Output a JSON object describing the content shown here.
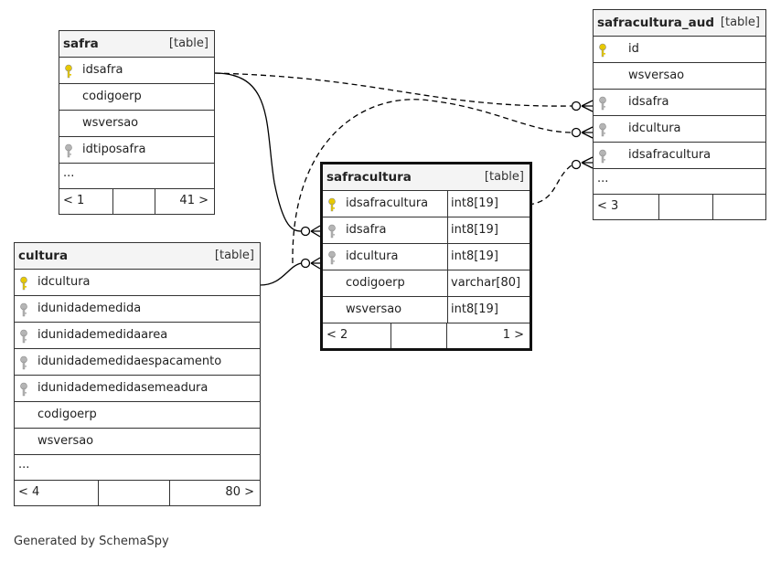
{
  "tables": {
    "safra": {
      "name": "safra",
      "tag": "[table]",
      "columns": [
        {
          "name": "idsafra",
          "key": "primary"
        },
        {
          "name": "codigoerp",
          "key": "none"
        },
        {
          "name": "wsversao",
          "key": "none"
        },
        {
          "name": "idtiposafra",
          "key": "foreign"
        }
      ],
      "more": "...",
      "footer_left": "< 1",
      "footer_right": "41 >"
    },
    "cultura": {
      "name": "cultura",
      "tag": "[table]",
      "columns": [
        {
          "name": "idcultura",
          "key": "primary"
        },
        {
          "name": "idunidademedida",
          "key": "foreign"
        },
        {
          "name": "idunidademedidaarea",
          "key": "foreign"
        },
        {
          "name": "idunidademedidaespacamento",
          "key": "foreign"
        },
        {
          "name": "idunidademedidasemeadura",
          "key": "foreign"
        },
        {
          "name": "codigoerp",
          "key": "none"
        },
        {
          "name": "wsversao",
          "key": "none"
        }
      ],
      "more": "...",
      "footer_left": "< 4",
      "footer_right": "80 >"
    },
    "safracultura": {
      "name": "safracultura",
      "tag": "[table]",
      "columns": [
        {
          "name": "idsafracultura",
          "type": "int8[19]",
          "key": "primary"
        },
        {
          "name": "idsafra",
          "type": "int8[19]",
          "key": "foreign"
        },
        {
          "name": "idcultura",
          "type": "int8[19]",
          "key": "foreign"
        },
        {
          "name": "codigoerp",
          "type": "varchar[80]",
          "key": "none"
        },
        {
          "name": "wsversao",
          "type": "int8[19]",
          "key": "none"
        }
      ],
      "footer_left": "< 2",
      "footer_right": "1 >"
    },
    "safracultura_aud": {
      "name": "safracultura_aud",
      "tag": "[table]",
      "columns": [
        {
          "name": "id",
          "key": "primary"
        },
        {
          "name": "wsversao",
          "key": "none"
        },
        {
          "name": "idsafra",
          "key": "foreign"
        },
        {
          "name": "idcultura",
          "key": "foreign"
        },
        {
          "name": "idsafracultura",
          "key": "foreign"
        }
      ],
      "more": "...",
      "footer_left": "< 3",
      "footer_right": ""
    }
  },
  "colors": {
    "primary_key": "#e8c900",
    "foreign_key": "#b5b5b5"
  },
  "footer": {
    "text": "Generated by SchemaSpy"
  }
}
